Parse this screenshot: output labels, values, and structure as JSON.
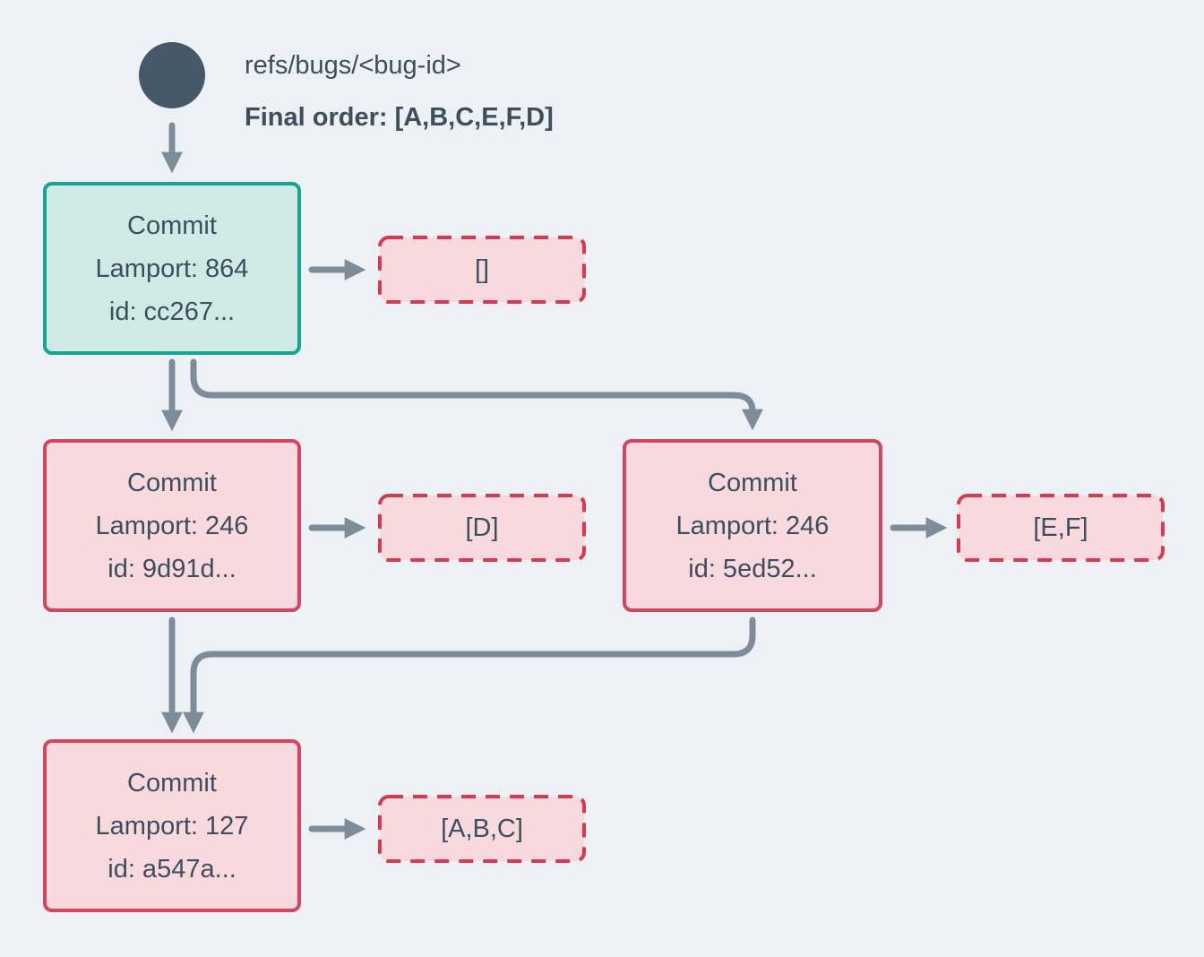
{
  "colors": {
    "background": "#edf1f5",
    "text": "#3d4e5c",
    "arrow": "#7e8c9a",
    "ref_circle": "#46586a",
    "teal_border": "#17a492",
    "teal_fill": "#cfe9e5",
    "red_border": "#d4455f",
    "red_fill": "#f8d9de",
    "red_dashed_border": "#d63a50"
  },
  "header": {
    "ref_label": "refs/bugs/<bug-id>",
    "final_order": "Final order: [A,B,C,E,F,D]"
  },
  "commits": [
    {
      "title": "Commit",
      "lamport": "Lamport: 864",
      "id": "id: cc267...",
      "operations": "[]"
    },
    {
      "title": "Commit",
      "lamport": "Lamport: 246",
      "id": "id: 9d91d...",
      "operations": "[D]"
    },
    {
      "title": "Commit",
      "lamport": "Lamport: 246",
      "id": "id: 5ed52...",
      "operations": "[E,F]"
    },
    {
      "title": "Commit",
      "lamport": "Lamport: 127",
      "id": "id: a547a...",
      "operations": "[A,B,C]"
    }
  ]
}
